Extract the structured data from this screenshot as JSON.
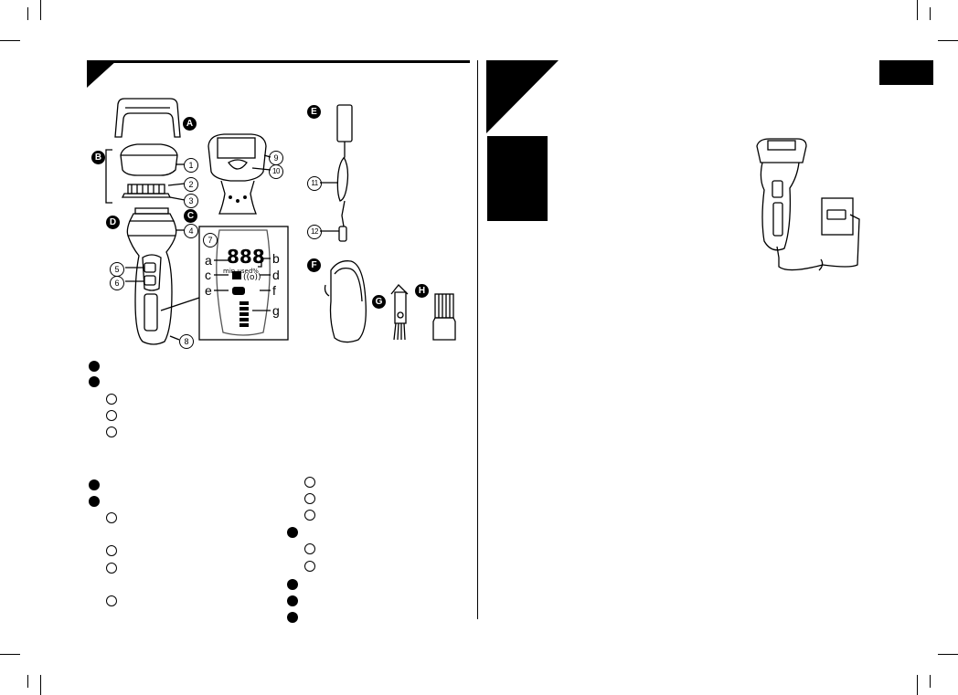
{
  "page": {
    "section_tab_label": "",
    "colors": {
      "ink": "#000000",
      "paper": "#ffffff",
      "lcd_gray": "#8a8a8a"
    }
  },
  "parts_figure": {
    "part_letters": [
      "A",
      "B",
      "C",
      "D",
      "E",
      "F",
      "G",
      "H"
    ],
    "part_numbers": [
      "1",
      "2",
      "3",
      "4",
      "5",
      "6",
      "7",
      "8",
      "9",
      "10",
      "11",
      "12"
    ],
    "display_callouts": [
      "a",
      "b",
      "c",
      "d",
      "e",
      "f",
      "g"
    ],
    "display_readout": {
      "digits": "888",
      "unit_label": "min.used%"
    }
  },
  "icons": [
    "shaver-icon",
    "outer-foil-cover-icon",
    "ac-adaptor-icon",
    "pouch-icon",
    "cleaning-brush-icon",
    "oil-bottle-icon"
  ]
}
